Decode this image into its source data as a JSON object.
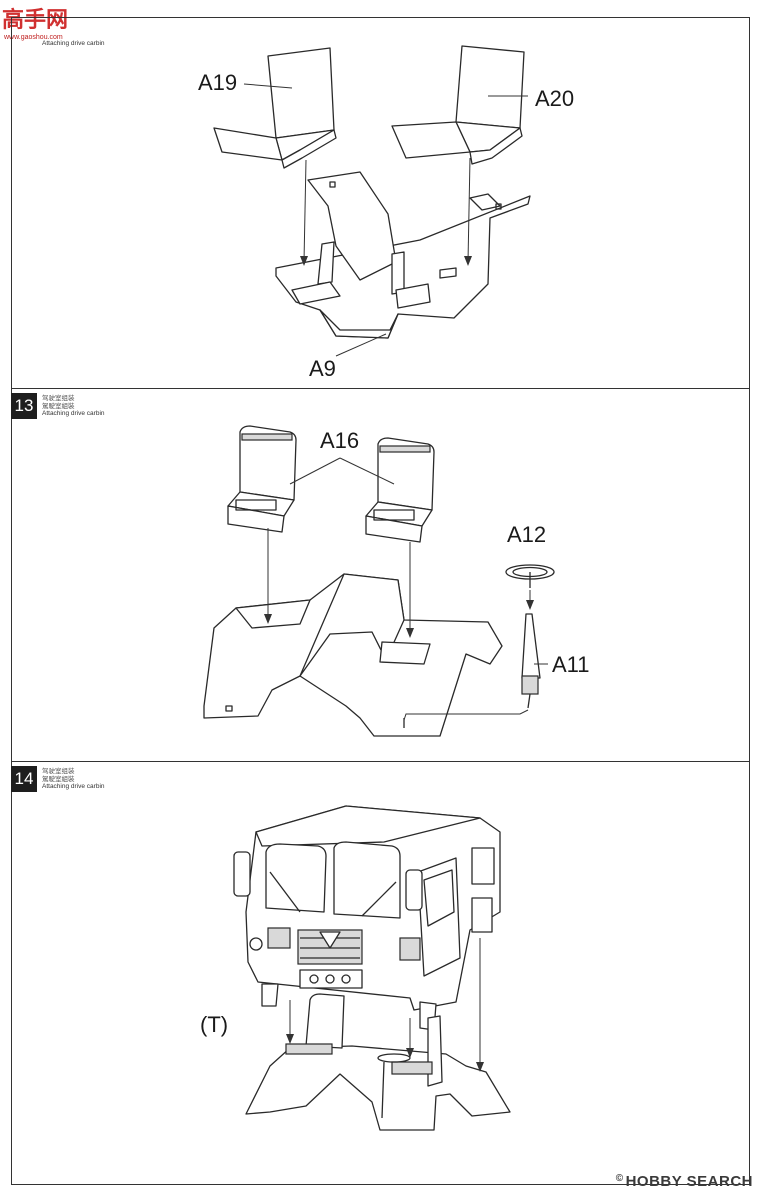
{
  "watermark": {
    "text": "高手网",
    "url": "www.gaoshou.com"
  },
  "steps": [
    {
      "number": "",
      "caption_en": "Attaching drive carbin",
      "parts": [
        "A19",
        "A20",
        "A9"
      ]
    },
    {
      "number": "13",
      "caption_cn": "驾驶室组装",
      "caption_cn2": "駕駛室組裝",
      "caption_en": "Attaching drive carbin",
      "parts": [
        "A16",
        "A12",
        "A11"
      ]
    },
    {
      "number": "14",
      "caption_cn": "驾驶室组装",
      "caption_cn2": "駕駛室組裝",
      "caption_en": "Attaching drive carbin",
      "parts": [
        "(T)"
      ]
    }
  ],
  "footer": {
    "copyright": "©",
    "brand": "HOBBY SEARCH"
  }
}
